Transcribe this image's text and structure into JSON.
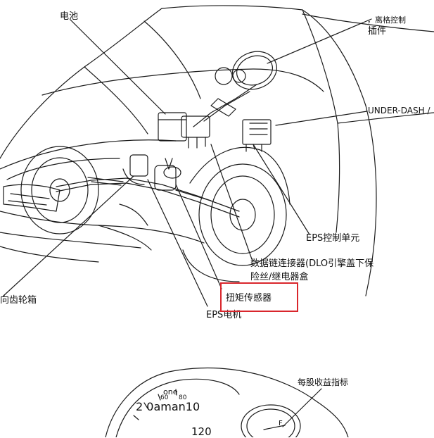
{
  "labels": {
    "battery": "电池",
    "steering_connector_line1": "，离格控制",
    "steering_connector_line2": "插件",
    "under_dash": "UNDER-DASH /",
    "eps_control_unit": "EPS控制单元",
    "dlc_line1": "数据链连接器(DLO引擎盖下保",
    "dlc_line2": "险丝/继电器盒",
    "gearbox": "向齿轮箱",
    "eps_motor": "EPS电机",
    "torque_sensor": "扭矩传感器",
    "eps_indicator": "每股收益指标"
  },
  "gauge": {
    "overlay_text": "2 0aman10",
    "word_one": "one",
    "tick_60": "60",
    "tick_80": "80",
    "tick_120": "120",
    "fuel_f": "F"
  },
  "colors": {
    "line": "#1a1a1a",
    "highlight": "#d9262c"
  }
}
